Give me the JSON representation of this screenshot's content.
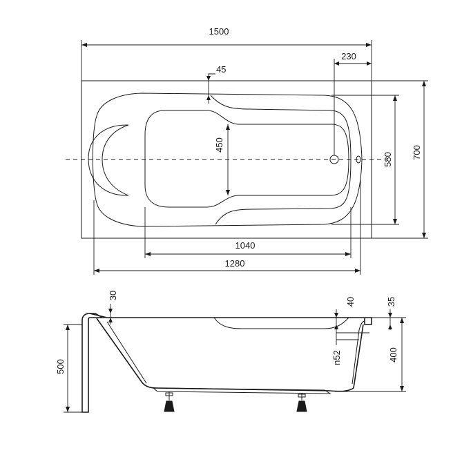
{
  "dimensions": {
    "overall_length": "1500",
    "drain_offset": "230",
    "rim_gap": "45",
    "inner_width": "450",
    "basin_width": "580",
    "overall_width": "700",
    "bottom_length": "1040",
    "basin_length": "1280",
    "rim_thickness": "30",
    "panel_height": "500",
    "overflow_offset": "40",
    "rim_height": "35",
    "overflow_pipe": "n52",
    "tub_depth": "400"
  },
  "colors": {
    "line": "#1a1a1a",
    "background": "#ffffff"
  }
}
